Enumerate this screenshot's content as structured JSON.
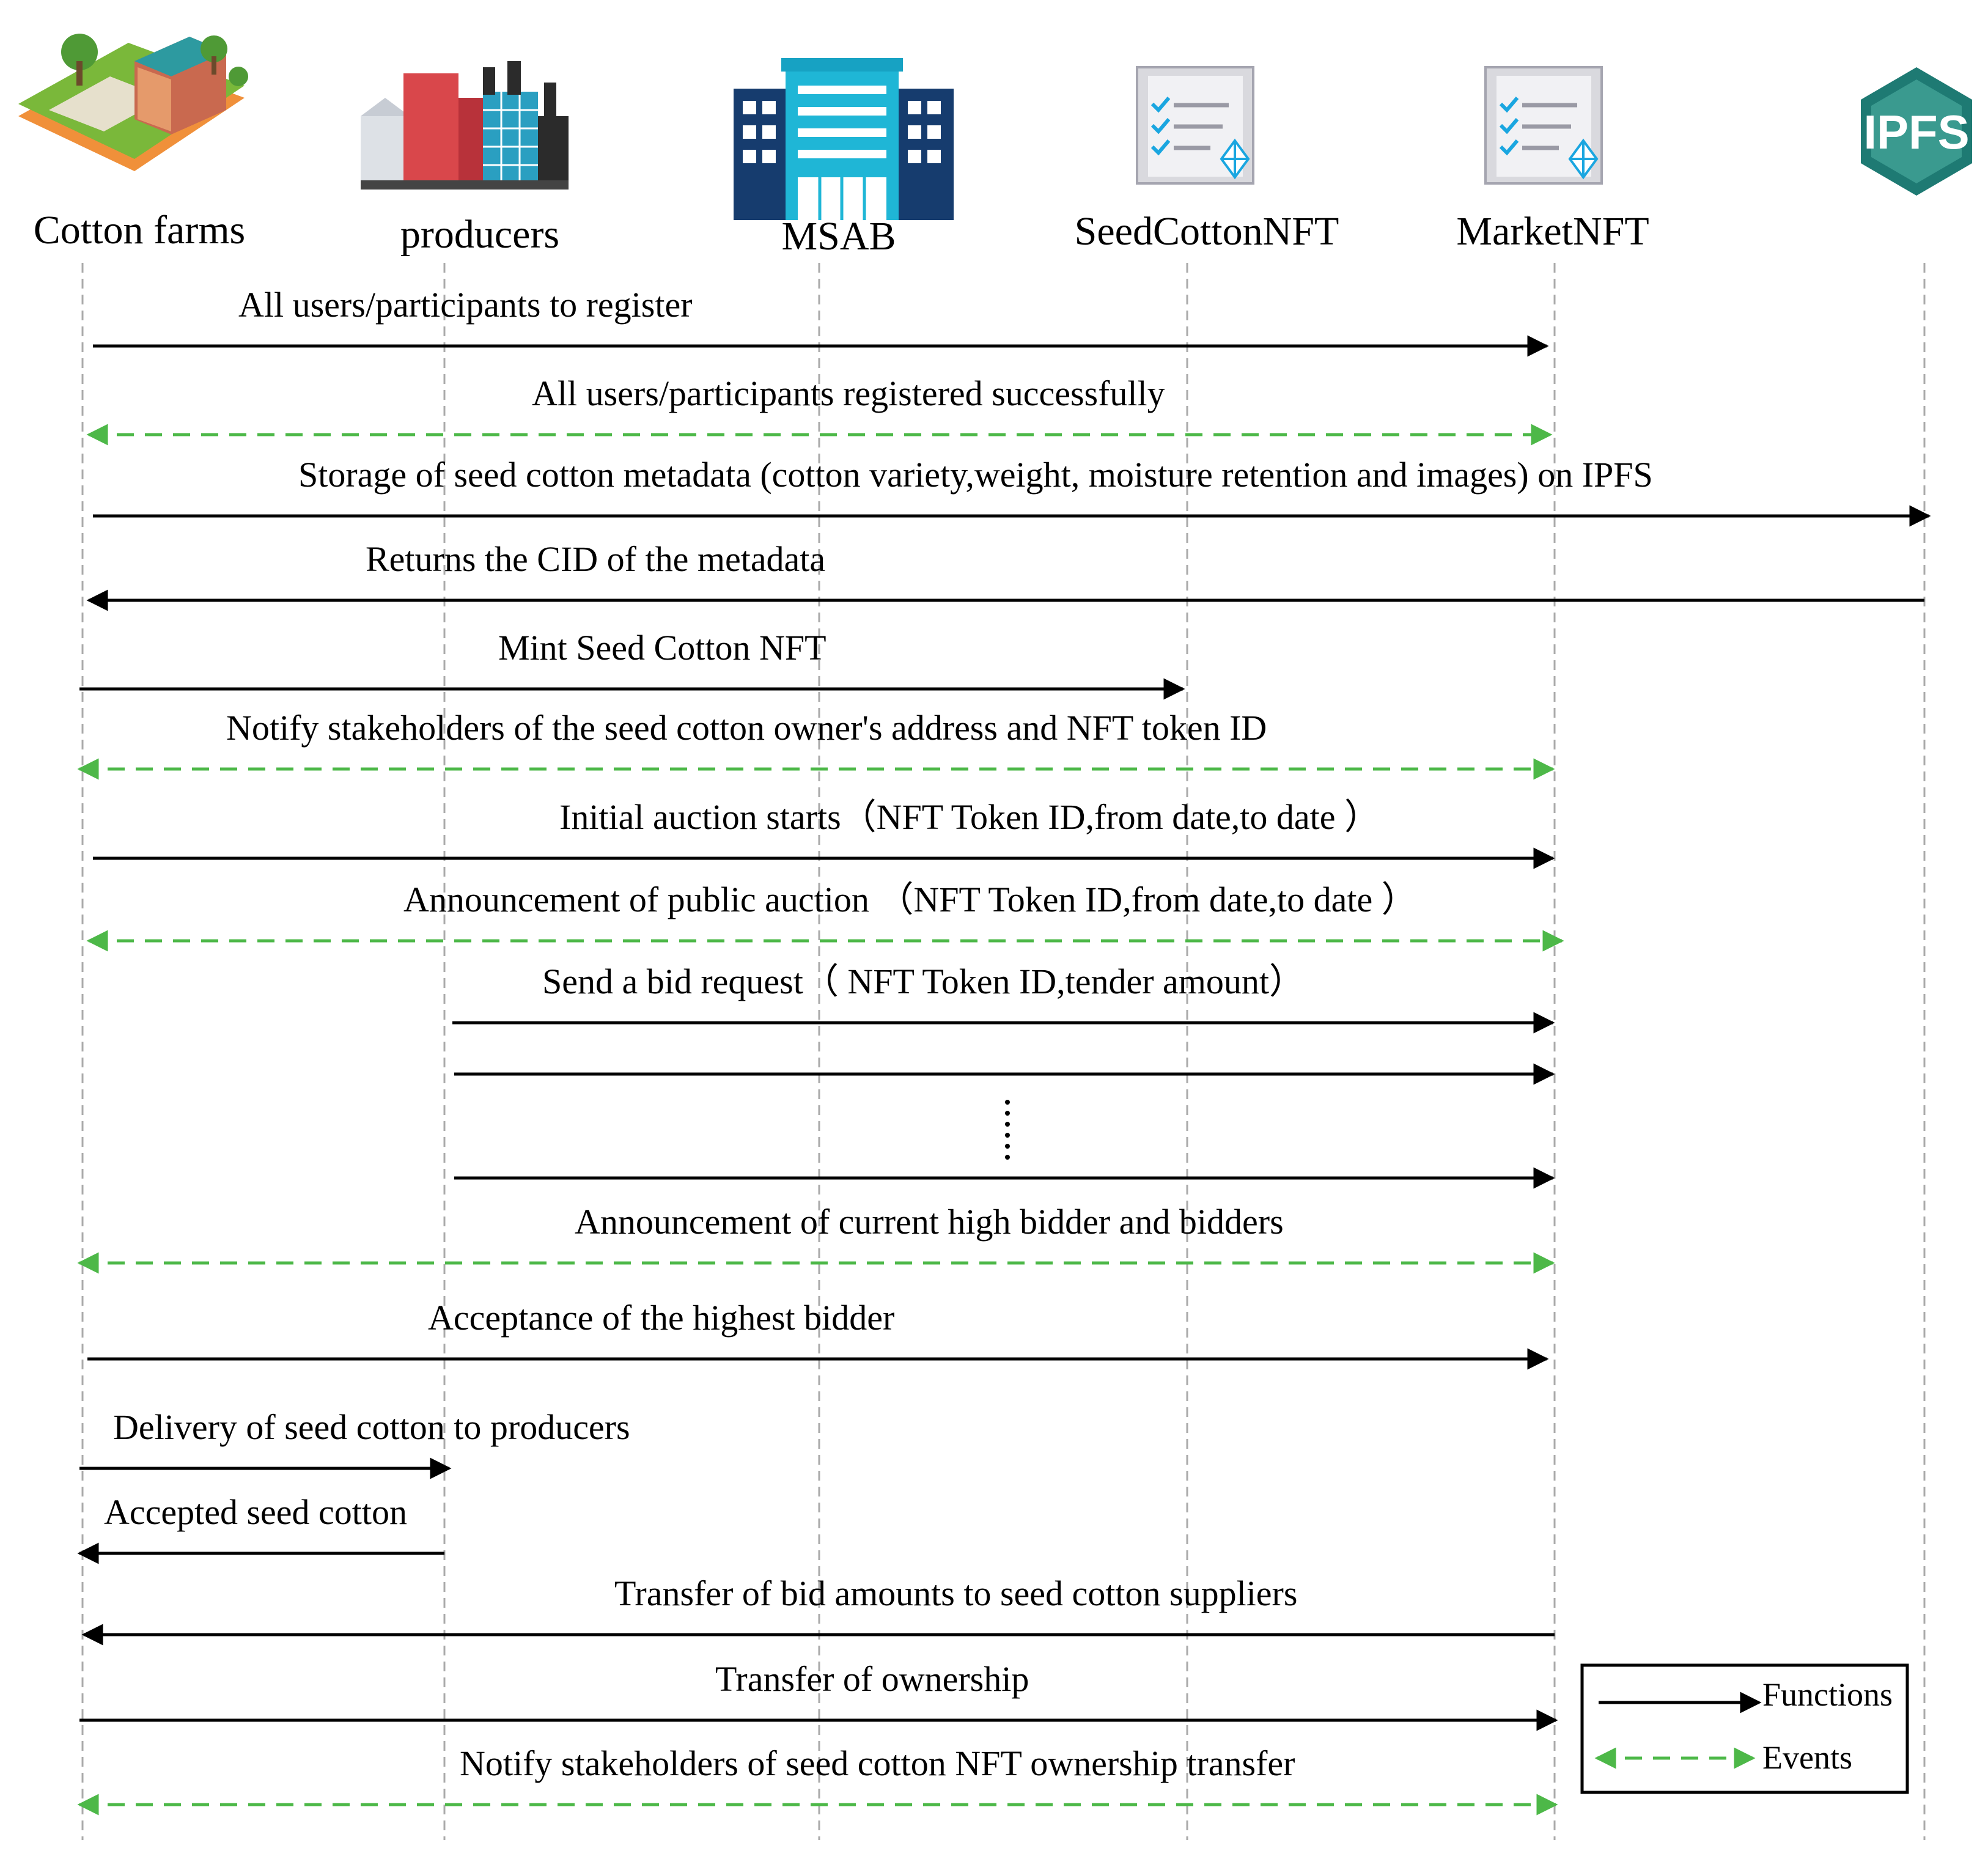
{
  "participants": [
    {
      "id": "farms",
      "label": "Cotton farms",
      "icon": "farm-icon"
    },
    {
      "id": "producers",
      "label": "producers",
      "icon": "factory-icon"
    },
    {
      "id": "msab",
      "label": "MSAB",
      "icon": "office-building-icon"
    },
    {
      "id": "seednft",
      "label": "SeedCottonNFT",
      "icon": "contract-document-icon"
    },
    {
      "id": "marketnft",
      "label": "MarketNFT",
      "icon": "contract-document-icon"
    },
    {
      "id": "ipfs",
      "label": "",
      "icon": "ipfs-logo-icon"
    }
  ],
  "ipfs_logo_text": "IPFS",
  "messages": [
    {
      "label": "All users/participants to register",
      "from": "farms",
      "to": "marketnft",
      "kind": "function"
    },
    {
      "label": "All users/participants registered successfully",
      "from": "farms",
      "to": "marketnft",
      "kind": "event"
    },
    {
      "label": "Storage of seed cotton metadata (cotton variety,weight, moisture retention and images) on IPFS",
      "from": "farms",
      "to": "ipfs",
      "kind": "function"
    },
    {
      "label": "Returns the CID of the metadata",
      "from": "ipfs",
      "to": "farms",
      "kind": "function"
    },
    {
      "label": "Mint Seed Cotton NFT",
      "from": "farms",
      "to": "seednft",
      "kind": "function"
    },
    {
      "label": "Notify stakeholders of the seed cotton owner's address and NFT token ID",
      "from": "farms",
      "to": "marketnft",
      "kind": "event"
    },
    {
      "label": "Initial auction starts（NFT Token ID,from date,to date ）",
      "from": "farms",
      "to": "marketnft",
      "kind": "function"
    },
    {
      "label": "Announcement of public auction （NFT Token ID,from date,to date ）",
      "from": "farms",
      "to": "marketnft",
      "kind": "event"
    },
    {
      "label": "Send a bid request（ NFT Token ID,tender amount）",
      "from": "producers",
      "to": "marketnft",
      "kind": "function"
    },
    {
      "label": "",
      "from": "producers",
      "to": "marketnft",
      "kind": "function"
    },
    {
      "label": "",
      "from": "producers",
      "to": "marketnft",
      "kind": "function"
    },
    {
      "label": "Announcement of current high bidder and bidders",
      "from": "farms",
      "to": "marketnft",
      "kind": "event"
    },
    {
      "label": "Acceptance of the highest bidder",
      "from": "farms",
      "to": "marketnft",
      "kind": "function"
    },
    {
      "label": "Delivery of seed cotton to producers",
      "from": "farms",
      "to": "producers",
      "kind": "function"
    },
    {
      "label": "Accepted seed cotton",
      "from": "producers",
      "to": "farms",
      "kind": "function"
    },
    {
      "label": "Transfer of bid amounts to seed cotton suppliers",
      "from": "marketnft",
      "to": "farms",
      "kind": "function"
    },
    {
      "label": "Transfer of ownership",
      "from": "farms",
      "to": "marketnft",
      "kind": "function"
    },
    {
      "label": "Notify stakeholders of seed cotton NFT ownership transfer",
      "from": "farms",
      "to": "marketnft",
      "kind": "event"
    }
  ],
  "legend": {
    "functions_label": "Functions",
    "events_label": "Events"
  },
  "colors": {
    "function_line": "#000000",
    "event_line": "#4db848",
    "lifeline": "#aaaaaa",
    "ipfs_hex": "#1e7a73",
    "msab_dark": "#163c6e",
    "msab_light": "#1fb6d6",
    "factory_red": "#d9474b"
  }
}
